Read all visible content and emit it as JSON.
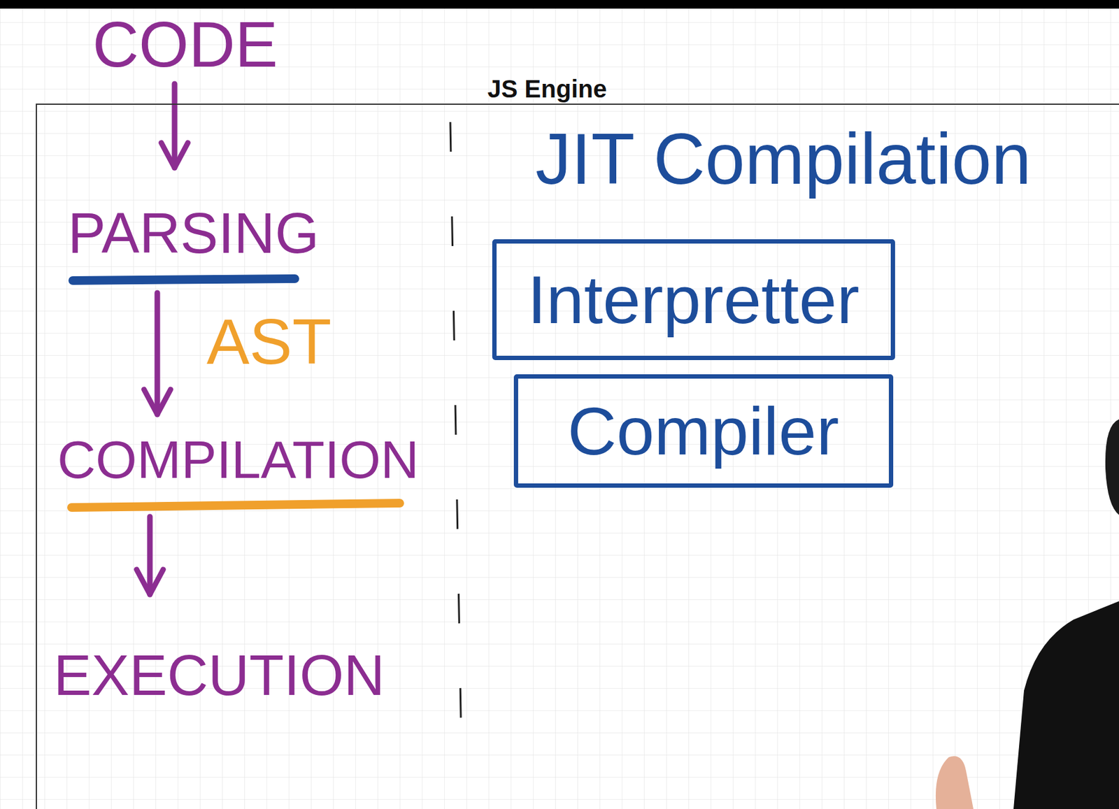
{
  "diagram": {
    "nodes": [
      {
        "text": [
          "CODE"
        ]
      },
      {
        "text": [
          "JS Engine"
        ]
      },
      {
        "text": [
          "PARSING"
        ],
        "in": 1
      },
      {
        "text": [
          "COMPILATION"
        ],
        "in": 1
      },
      {
        "text": [
          "EXECUTION"
        ],
        "in": 1
      },
      {
        "text": [
          "Interpretter"
        ],
        "in": 1
      },
      {
        "text": [
          "Compiler"
        ],
        "in": 1
      }
    ],
    "edges": [
      {
        "from": 0,
        "to": 2,
        "arrow": "to"
      },
      {
        "from": 2,
        "to": 3,
        "label": "AST",
        "arrow": "to"
      },
      {
        "from": 3,
        "to": 4,
        "arrow": "to"
      }
    ],
    "labels": [
      "JIT Compilation"
    ]
  }
}
